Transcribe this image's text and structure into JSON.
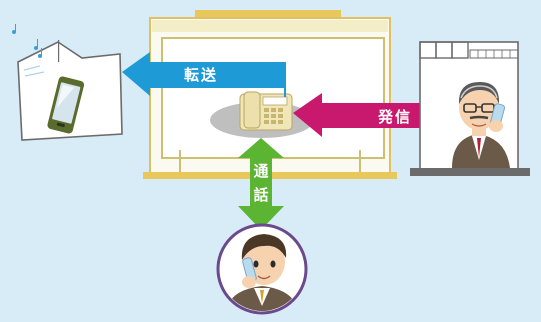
{
  "labels": {
    "transfer": "転送",
    "outgoing_call": "発信",
    "talk_char1": "通",
    "talk_char2": "話"
  },
  "colors": {
    "background": "#d8ecf8",
    "transfer_arrow": "#1e9bd7",
    "outgoing_arrow": "#c8196e",
    "talk_arrow": "#5bb432",
    "office_trim": "#e8c85a",
    "office_wall": "#fbfaf0"
  },
  "icons": [
    "smartphone-icon",
    "music-note-icon",
    "desk-phone-icon",
    "caller-person-icon",
    "receiver-person-icon"
  ]
}
